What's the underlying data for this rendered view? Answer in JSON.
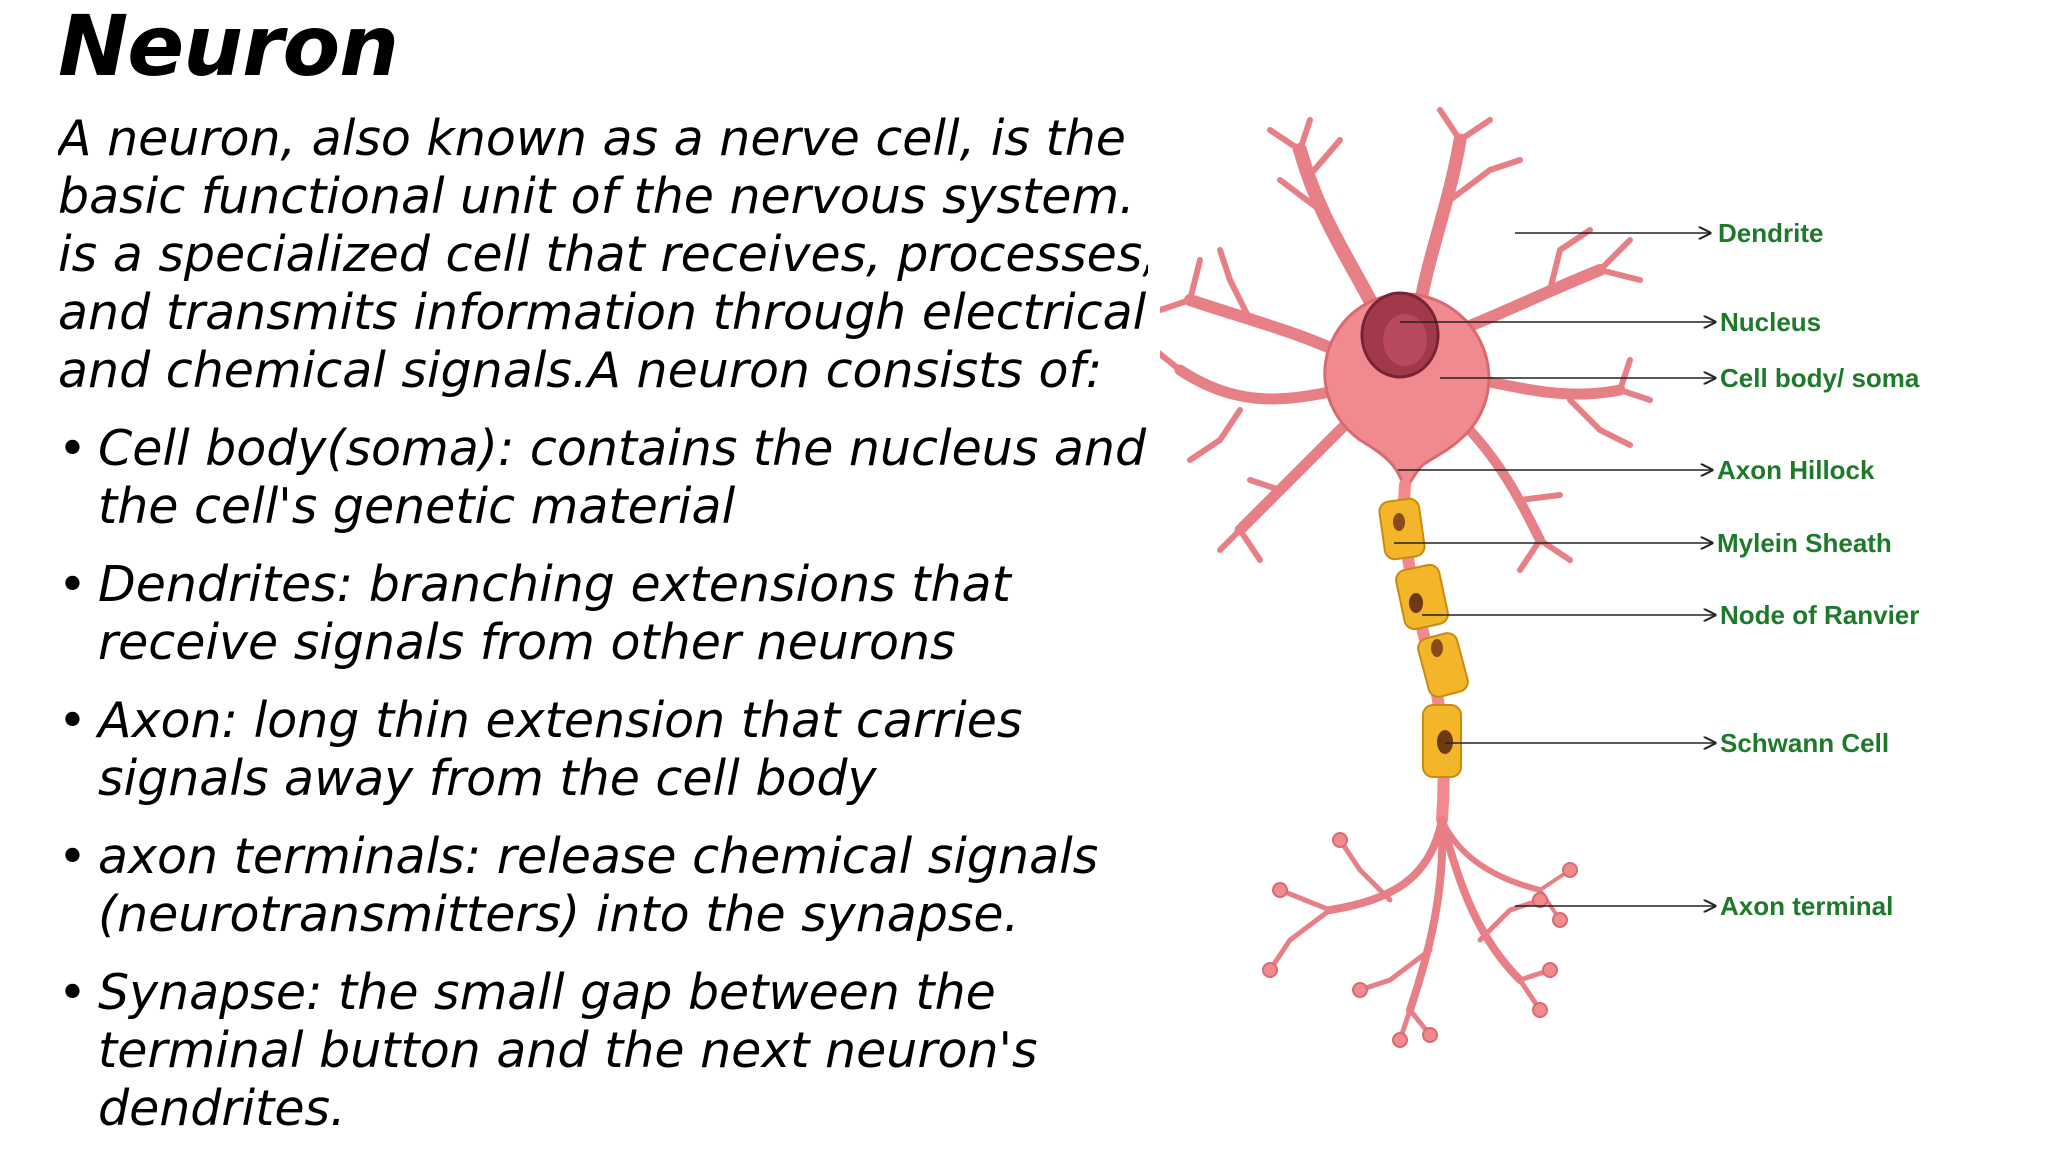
{
  "title": "Neuron",
  "intro_lines": [
    "A neuron, also known as a nerve cell, is the",
    "basic functional unit of the nervous system. It",
    "is a specialized cell that receives, processes,",
    "and transmits information through electrical",
    "and chemical signals.A neuron consists of:"
  ],
  "bullets": [
    {
      "lines": [
        "Cell body(soma): contains the nucleus and",
        "the cell's genetic material"
      ]
    },
    {
      "lines": [
        " Dendrites: branching extensions that",
        "receive signals from other neurons"
      ]
    },
    {
      "lines": [
        "Axon: long thin extension that carries",
        "signals away from the cell body"
      ]
    },
    {
      "lines": [
        "axon terminals: release chemical signals",
        "(neurotransmitters) into the synapse."
      ]
    },
    {
      "lines": [
        " Synapse: the small gap between the",
        "terminal button and the next neuron's",
        "dendrites."
      ]
    }
  ],
  "diagram": {
    "labels": [
      "Dendrite",
      "Nucleus",
      "Cell body/ soma",
      "Axon Hillock",
      "Mylein Sheath",
      "Node of Ranvier",
      "Schwann Cell",
      "Axon terminal"
    ],
    "colors": {
      "cell": "#f08a8f",
      "cell_stroke": "#d86a70",
      "nucleus": "#a2394a",
      "myelin": "#f3b52a",
      "label": "#1e7a2a"
    }
  }
}
